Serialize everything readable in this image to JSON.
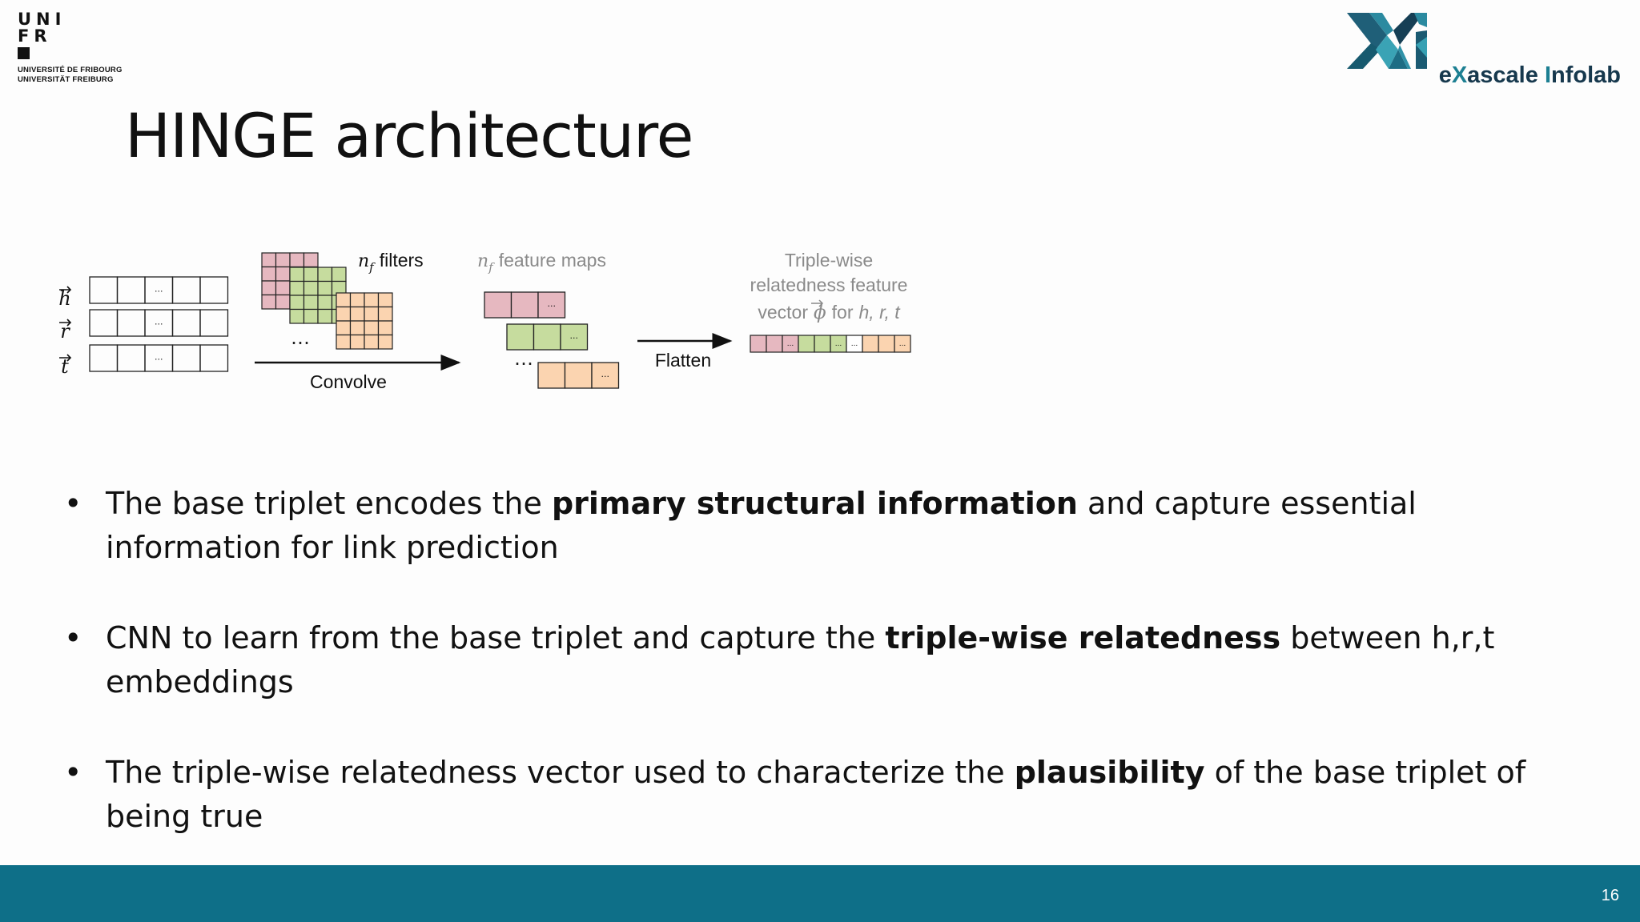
{
  "header": {
    "university_logo": {
      "line1": "UNI",
      "line2": "FR",
      "name_fr": "UNIVERSITÉ DE FRIBOURG",
      "name_de": "UNIVERSITÄT FREIBURG"
    },
    "lab_logo": {
      "name_prefix": "e",
      "name_x": "X",
      "name_rest": "ascale ",
      "name_i": "I",
      "name_end": "nfolab"
    }
  },
  "slide": {
    "title": "HINGE architecture",
    "page_number": "16"
  },
  "diagram": {
    "inputs": [
      "h",
      "r",
      "t"
    ],
    "ellipsis_cell": "...",
    "filters_label_var": "n",
    "filters_label_sub": "f",
    "filters_label_text": "filters",
    "feature_maps_label_text": "feature maps",
    "convolve_label": "Convolve",
    "flatten_label": "Flatten",
    "triple_label_line1": "Triple-wise",
    "triple_label_line2": "relatedness feature",
    "triple_label_vector": "vector",
    "triple_label_phi": "ϕ",
    "triple_label_for": "for",
    "triple_label_vars": "h, r, t",
    "dots": "…",
    "colors": {
      "pink": "#e6b8c0",
      "green": "#c6dc9e",
      "peach": "#fbd4b0",
      "line": "#222222",
      "label_gray": "#8a8a8a"
    }
  },
  "bullets": [
    {
      "pre": "The base triplet encodes the ",
      "bold": "primary structural information",
      "post": " and capture essential information for link prediction"
    },
    {
      "pre": "CNN to learn from the base triplet and capture the ",
      "bold": "triple-wise relatedness",
      "post": " between h,r,t embeddings"
    },
    {
      "pre": "The triple-wise relatedness vector used to characterize the ",
      "bold": "plausibility",
      "post": " of the base triplet of being true"
    }
  ]
}
